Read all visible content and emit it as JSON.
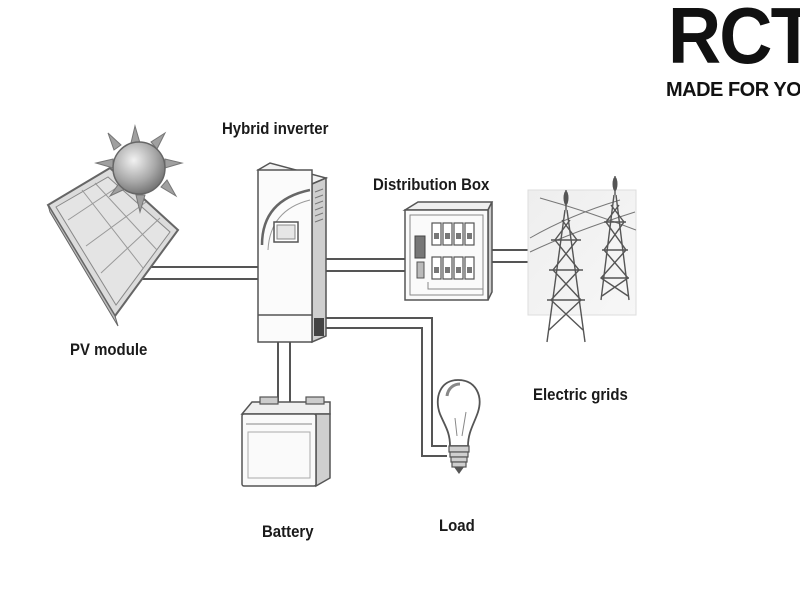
{
  "brand": {
    "name": "RCT",
    "tagline": "MADE FOR YOU"
  },
  "labels": {
    "pv_module": "PV module",
    "hybrid_inverter": "Hybrid inverter",
    "distribution_box": "Distribution Box",
    "electric_grids": "Electric grids",
    "battery": "Battery",
    "load": "Load"
  },
  "colors": {
    "line": "#555555",
    "fill": "#ffffff",
    "panel": "#d8d8d8",
    "sun": "#9a9a9a"
  }
}
